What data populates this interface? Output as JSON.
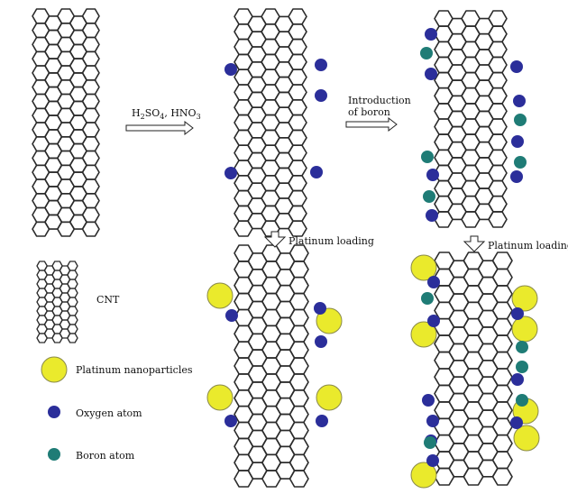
{
  "diagram": {
    "steps": {
      "acid_prefix": "H",
      "acid_sub1": "2",
      "acid_mid": "SO",
      "acid_sub2": "4",
      "acid_suffix": ", HNO",
      "acid_sub3": "3",
      "boron_line1": "Introduction",
      "boron_line2": "of boron",
      "platinum_loading": "Platinum loading"
    },
    "legend": {
      "cnt": "CNT",
      "platinum": "Platinum nanoparticles",
      "oxygen": "Oxygen atom",
      "boron": "Boron atom"
    },
    "colors": {
      "oxygen": "#2b2e9a",
      "boron": "#1f7c76",
      "platinum": "#eaea2c",
      "platinum_stroke": "#8a8a4a",
      "tube_stroke": "#2b2b2b"
    }
  }
}
